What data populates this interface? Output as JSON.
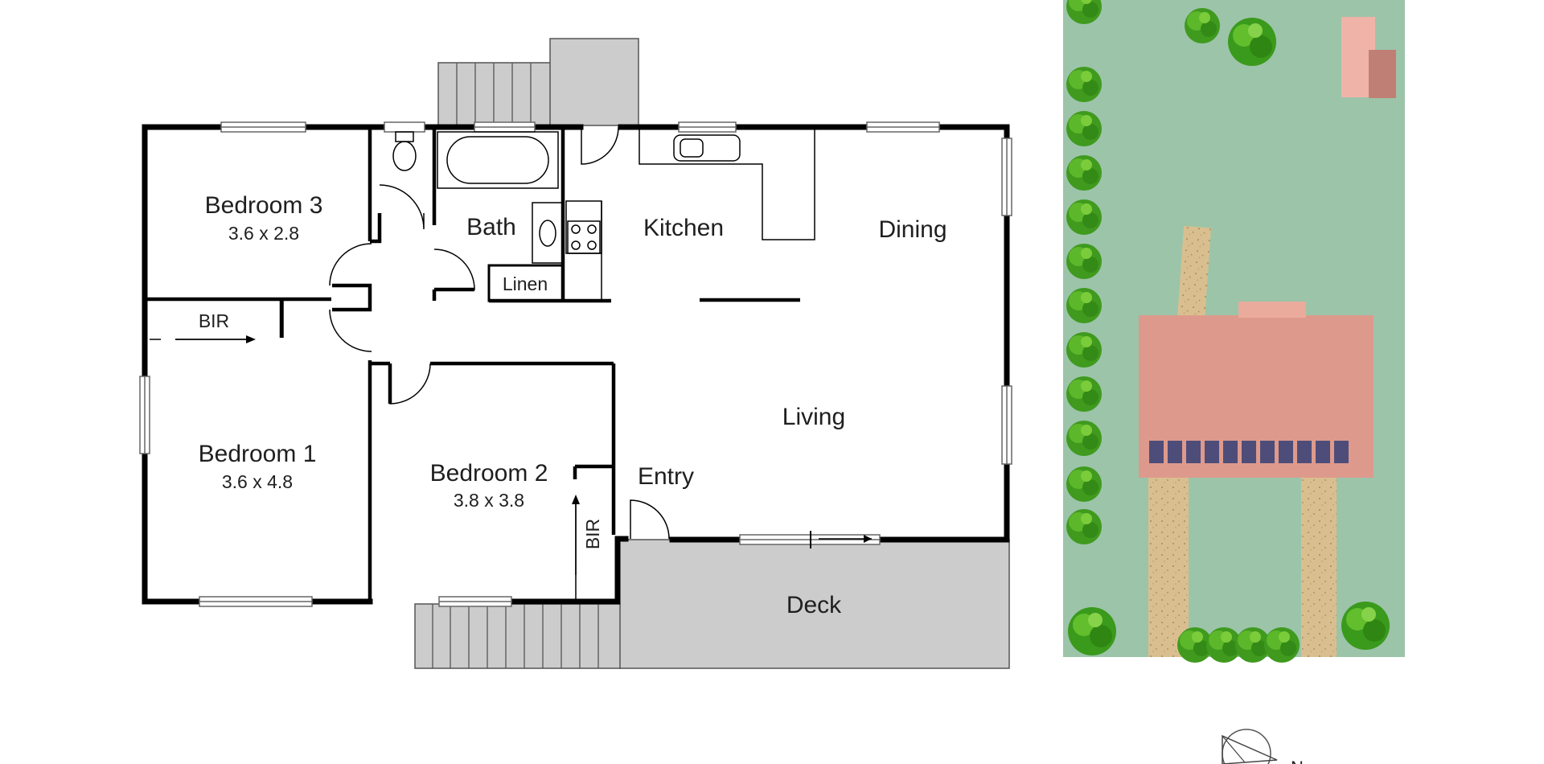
{
  "rooms": {
    "bedroom3": {
      "name": "Bedroom 3",
      "dims": "3.6 x 2.8"
    },
    "bedroom1": {
      "name": "Bedroom 1",
      "dims": "3.6 x 4.8"
    },
    "bedroom2": {
      "name": "Bedroom 2",
      "dims": "3.8 x 3.8"
    },
    "bath": {
      "name": "Bath"
    },
    "linen": {
      "name": "Linen"
    },
    "kitchen": {
      "name": "Kitchen"
    },
    "dining": {
      "name": "Dining"
    },
    "living": {
      "name": "Living"
    },
    "entry": {
      "name": "Entry"
    },
    "deck": {
      "name": "Deck"
    },
    "bir_bed1": {
      "name": "BIR"
    },
    "bir_bed2": {
      "name": "BIR"
    }
  },
  "compass": {
    "label": "N"
  },
  "colors": {
    "wall": "#000000",
    "deck": "#cccccc",
    "lawn": "#9cc4a9",
    "house_roof": "#dd9a8c",
    "path": "#d9bf8f",
    "solar_panel": "#4e4d79",
    "shed_light": "#f0b3a8",
    "shed_dark": "#c07f74",
    "tree": "#3f9a1e"
  }
}
